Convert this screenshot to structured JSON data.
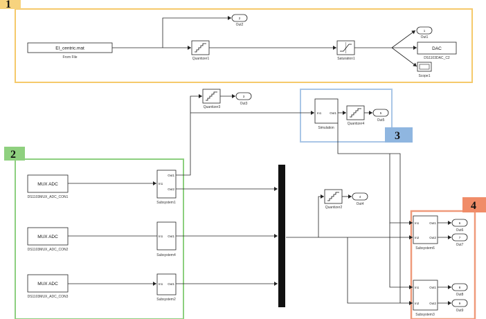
{
  "regions": [
    {
      "number": "1",
      "border": "#f5c96a",
      "tab": "#f7d37e"
    },
    {
      "number": "2",
      "border": "#8ccf7e",
      "tab": "#8fd07f"
    },
    {
      "number": "3",
      "border": "#a9c6e6",
      "tab": "#8fb6e0"
    },
    {
      "number": "4",
      "border": "#ef9a7a",
      "tab": "#f08c68"
    }
  ],
  "blocks": {
    "from_file": {
      "text": "EI_centric.mat",
      "label": "From File"
    },
    "quantizer1": {
      "label": "Quantizer1"
    },
    "saturation1": {
      "label": "Saturation1"
    },
    "out2": {
      "num": "2",
      "label": "Out2"
    },
    "out1": {
      "num": "1",
      "label": "Out1"
    },
    "dac": {
      "text": "DAC",
      "label": "DS1103DAC_C2"
    },
    "scope1": {
      "label": "Scope1"
    },
    "quantizer3": {
      "label": "Quantizer3"
    },
    "out3": {
      "num": "3",
      "label": "Out3"
    },
    "simulation": {
      "port_in": "In1",
      "port_out": "Out1",
      "label": "Simulation"
    },
    "quantizer4": {
      "label": "Quantizer4"
    },
    "out5": {
      "num": "5",
      "label": "Out5"
    },
    "mux_adc_1": {
      "text": "MUX ADC",
      "label": "DS1103MUX_ADC_CON1"
    },
    "mux_adc_2": {
      "text": "MUX ADC",
      "label": "DS1103MUX_ADC_CON2"
    },
    "mux_adc_3": {
      "text": "MUX ADC",
      "label": "DS1103MUX_ADC_CON3"
    },
    "subsystem1": {
      "port_in": "In1",
      "port_out1": "Out1",
      "port_out2": "Out2",
      "label": "Subsystem1"
    },
    "subsystem4": {
      "port_in": "In1",
      "port_out": "Out1",
      "label": "Subsystem4"
    },
    "subsystem2": {
      "port_in": "In1",
      "port_out": "Out1",
      "label": "Subsystem2"
    },
    "quantizer2": {
      "label": "Quantizer2"
    },
    "out4": {
      "num": "4",
      "label": "Out4"
    },
    "subsystem6": {
      "port_in1": "In1",
      "port_in2": "In2",
      "port_out1": "Out1",
      "port_out2": "Out2",
      "label": "Subsystem6"
    },
    "out6": {
      "num": "6",
      "label": "Out6"
    },
    "out7": {
      "num": "7",
      "label": "Out7"
    },
    "subsystem3": {
      "port_in1": "In1",
      "port_in2": "In2",
      "port_out1": "Out1",
      "port_out2": "Out2",
      "label": "Subsystem3"
    },
    "out8": {
      "num": "8",
      "label": "Out8"
    },
    "out9": {
      "num": "9",
      "label": "Out9"
    }
  }
}
